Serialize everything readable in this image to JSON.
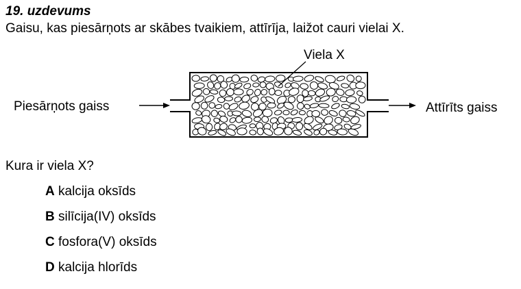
{
  "task": {
    "number_title": "19. uzdevums",
    "prompt": "Gaisu, kas piesārņots ar skābes tvaikiem, attīrīja, laižot cauri vielai X."
  },
  "diagram": {
    "substance_label": "Viela X",
    "inlet_label": "Piesārņots gaiss",
    "outlet_label": "Attīrīts gaiss"
  },
  "question": {
    "text": "Kura ir viela X?",
    "options": [
      {
        "letter": "A",
        "text": "kalcija oksīds"
      },
      {
        "letter": "B",
        "text": "silīcija(IV) oksīds"
      },
      {
        "letter": "C",
        "text": "fosfora(V) oksīds"
      },
      {
        "letter": "D",
        "text": "kalcija hlorīds"
      }
    ]
  }
}
